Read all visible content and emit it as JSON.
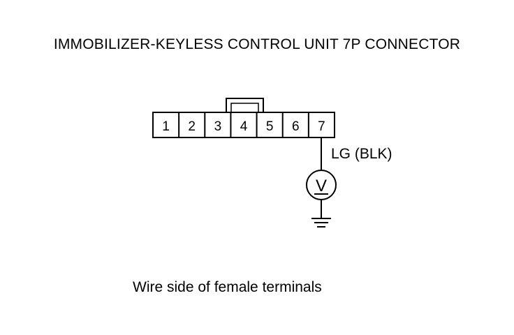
{
  "diagram": {
    "title": "IMMOBILIZER-KEYLESS CONTROL UNIT 7P CONNECTOR",
    "connector": {
      "terminals": [
        "1",
        "2",
        "3",
        "4",
        "5",
        "6",
        "7"
      ],
      "measured_terminal": "7"
    },
    "wire_label": "LG (BLK)",
    "meter_symbol": "V",
    "caption": "Wire side of female terminals"
  }
}
